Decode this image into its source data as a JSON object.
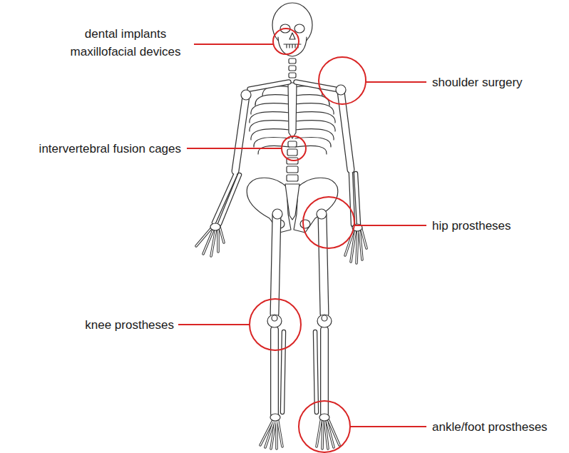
{
  "diagram": {
    "labels": [
      "dental implants maxillofacial devices",
      "shoulder surgery",
      "intervertebral fusion cages",
      "hip prostheses",
      "knee prostheses",
      "ankle/foot prostheses"
    ]
  }
}
